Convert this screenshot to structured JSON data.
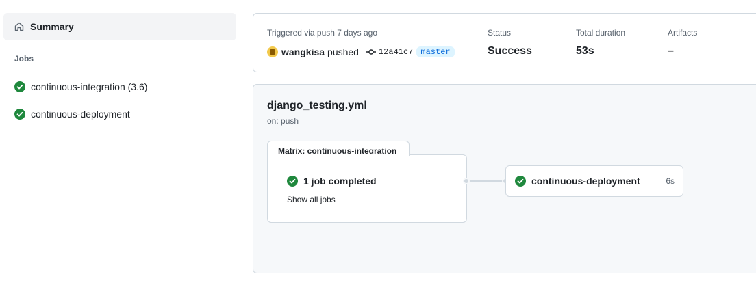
{
  "sidebar": {
    "summary_label": "Summary",
    "jobs_heading": "Jobs",
    "jobs": [
      {
        "label": "continuous-integration (3.6)",
        "status": "success"
      },
      {
        "label": "continuous-deployment",
        "status": "success"
      }
    ]
  },
  "run_summary": {
    "trigger_text": "Triggered via push 7 days ago",
    "actor": "wangkisa",
    "action": "pushed",
    "commit_sha": "12a41c7",
    "branch": "master",
    "status_label": "Status",
    "status_value": "Success",
    "duration_label": "Total duration",
    "duration_value": "53s",
    "artifacts_label": "Artifacts",
    "artifacts_value": "–"
  },
  "workflow": {
    "file_name": "django_testing.yml",
    "trigger": "on: push",
    "matrix": {
      "tab_label": "Matrix: continuous-integration",
      "summary": "1 job completed",
      "show_all_label": "Show all jobs"
    },
    "deploy_job": {
      "label": "continuous-deployment",
      "duration": "6s"
    }
  },
  "colors": {
    "success": "#1f883d",
    "link": "#0969da",
    "muted": "#59636e",
    "border": "#d1d9e0"
  }
}
